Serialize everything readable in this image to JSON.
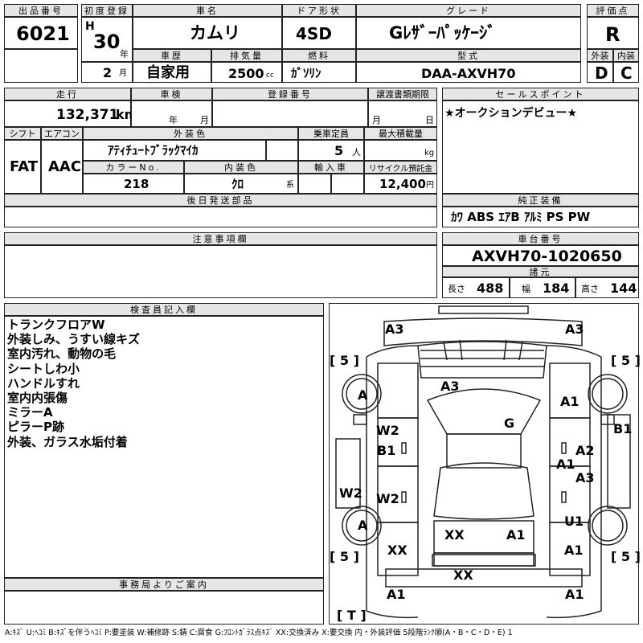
{
  "header": {
    "lot_no_label": "出品番号",
    "lot_no": "6021",
    "reg_label": "初度登録",
    "era": "H",
    "year_num": "30",
    "year_suffix": "年",
    "month": "2",
    "month_suffix": "月",
    "car_name_label": "車名",
    "car_name": "カムリ",
    "door_label": "ドア形状",
    "door": "4SD",
    "grade_label": "グレード",
    "grade": "Gﾚｻﾞｰﾊﾟｯｹｰｼﾞ",
    "score_label": "評価点",
    "score": "R",
    "history_label": "車歴",
    "history": "自家用",
    "displacement_label": "排気量",
    "displacement": "2500",
    "displacement_unit": "cc",
    "fuel_label": "燃料",
    "fuel": "ｶﾞｿﾘﾝ",
    "model_label": "型式",
    "model": "DAA-AXVH70",
    "ext_label": "外装",
    "ext": "D",
    "int_label": "内装",
    "int": "C"
  },
  "row2": {
    "mileage_label": "走行",
    "mileage": "132,371",
    "mileage_unit": "km",
    "inspection_label": "車検",
    "year_unit": "年",
    "month_unit": "月",
    "regno_label": "登録番号",
    "deadline_label": "譲渡書類期限",
    "shift_label": "シフト",
    "shift": "FAT",
    "ac_label": "エアコン",
    "ac": "AAC",
    "color_label": "外装色",
    "color": "ｱﾃｨﾁｭｰﾄﾌﾞﾗｯｸﾏｲｶ",
    "capacity_label": "乗車定員",
    "capacity": "5",
    "capacity_unit": "人",
    "load_label": "最大積載量",
    "load_unit": "kg",
    "colorno_label": "カラーNo.",
    "colorno": "218",
    "interior_label": "内装色",
    "interior": "ｸﾛ",
    "interior_unit": "系",
    "import_label": "輸入車",
    "recycle_label": "リサイクル預託金",
    "recycle": "12,400",
    "recycle_unit": "円",
    "later_label": "後日発送部品"
  },
  "sales": {
    "label": "セールスポイント",
    "text": "★オークションデビュー★"
  },
  "equipment": {
    "label": "純正装備",
    "text": "ｶﾜ ABS ｴｱB ｱﾙﾐ PS PW"
  },
  "notes": {
    "label": "注意事項欄"
  },
  "chassis": {
    "label": "車台番号",
    "number": "AXVH70-1020650",
    "specs_label": "諸元",
    "length_label": "長さ",
    "length": "488",
    "width_label": "幅",
    "width": "184",
    "height_label": "高さ",
    "height": "144"
  },
  "inspector": {
    "label": "検査員記入欄",
    "lines": [
      "トランクフロアW",
      "外装しみ、うすい線キズ",
      "室内汚れ、動物の毛",
      "シートしわ小",
      "ハンドルすれ",
      "室内内張傷",
      "ミラーA",
      "ピラーP跡",
      "外装、ガラス水垢付着"
    ]
  },
  "office": {
    "label": "事務局よりご案内"
  },
  "diagram": {
    "marks": {
      "a3_tl": "A3",
      "a3_tr": "A3",
      "b5_tl": "[ 5 ]",
      "b5_tr": "[ 5 ]",
      "a_fl": "A",
      "a3_hood": "A3",
      "a1_fr": "A1",
      "g_glass": "G",
      "b1_r": "B1",
      "w2_l1": "W2",
      "b1_l": "B1",
      "a2_r": "A2",
      "a1_r": "A1",
      "a3_r": "A3",
      "w2_ll": "W2",
      "w2_l2": "W2",
      "a_rl": "A",
      "u1_r": "U1",
      "xx_c": "XX",
      "a1_c": "A1",
      "xx_l": "XX",
      "a1_rr": "A1",
      "b5_bl": "[ 5 ]",
      "b5_br": "[ 5 ]",
      "xx_b": "XX",
      "a1_bl": "A1",
      "a1_br": "A1",
      "t_mark": "[ T ]"
    }
  },
  "footer": {
    "legend": "A:ｷｽﾞ U:ﾍｺﾐ B:ｷｽﾞを伴うﾍｺﾐ P:要塗装 W:補修跡 S:錆 C:腐食 G:ﾌﾛﾝﾄｶﾞﾗｽ点ｷｽﾞ XX:交換済み X:要交換 内・外装評価 5段階ﾗﾝｸ順(A・B・C・D・E) 1"
  }
}
